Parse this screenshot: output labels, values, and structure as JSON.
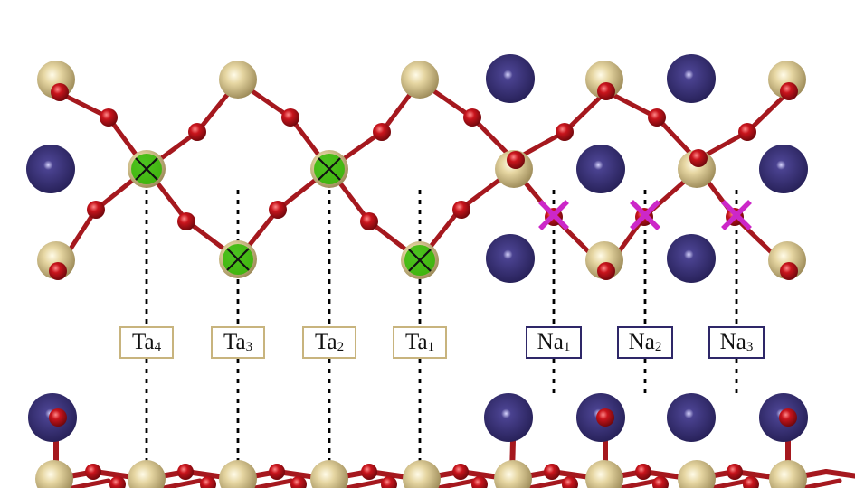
{
  "colors": {
    "ta": "#d8c488",
    "o": "#b0121a",
    "na": "#3a3472",
    "bond": "#a5181e",
    "ta_marker": "#2db800",
    "na_marker": "#cc27c8",
    "ta_box_border": "#c8b47e",
    "na_box_border": "#2e2768"
  },
  "sites": [
    {
      "element": "Ta",
      "sub": "4",
      "marker": "green-cross"
    },
    {
      "element": "Ta",
      "sub": "3",
      "marker": "green-cross"
    },
    {
      "element": "Ta",
      "sub": "2",
      "marker": "green-cross"
    },
    {
      "element": "Ta",
      "sub": "1",
      "marker": "green-cross"
    },
    {
      "element": "Na",
      "sub": "1",
      "marker": "magenta-cross"
    },
    {
      "element": "Na",
      "sub": "2",
      "marker": "magenta-cross"
    },
    {
      "element": "Na",
      "sub": "3",
      "marker": "magenta-cross"
    }
  ]
}
